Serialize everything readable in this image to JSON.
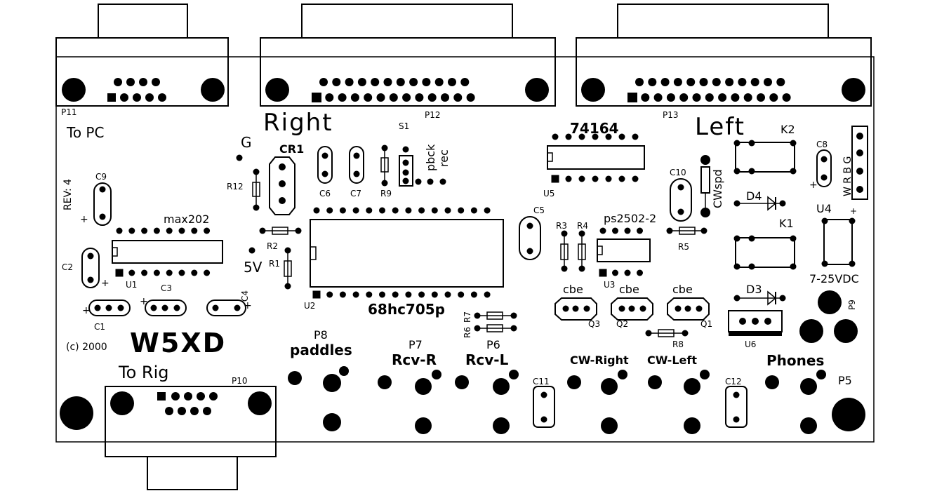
{
  "labels": {
    "p11": "P11",
    "to_pc": "To PC",
    "p12": "P12",
    "p13": "P13",
    "right": "Right",
    "left": "Left",
    "s1": "S1",
    "pbck": "pbck",
    "rec": "rec",
    "g": "G",
    "cr1": "CR1",
    "c6": "C6",
    "c7": "C7",
    "r9": "R9",
    "ic74164": "74164",
    "u5": "U5",
    "k2": "K2",
    "c8": "C8",
    "wrbg": "W R B G",
    "rev": "REV: 4",
    "c9": "C9",
    "r12": "R12",
    "max202": "max202",
    "c2": "C2",
    "u1": "U1",
    "c3": "C3",
    "c4": "C4",
    "c1": "C1",
    "r2": "R2",
    "fivev": "5V",
    "r1": "R1",
    "u2": "U2",
    "ic68hc705p": "68hc705p",
    "c5": "C5",
    "r3": "R3",
    "r4": "R4",
    "ps2502": "ps2502-2",
    "u3": "U3",
    "c10": "C10",
    "cwspd": "CWspd",
    "r5": "R5",
    "d4": "D4",
    "k1": "K1",
    "u4": "U4",
    "vdc": "7-25VDC",
    "d3": "D3",
    "p9": "P9",
    "cbe": "cbe",
    "q3": "Q3",
    "q2": "Q2",
    "q1": "Q1",
    "r8": "R8",
    "u6": "U6",
    "r7": "R7",
    "r6": "R6",
    "p6": "P6",
    "p7": "P7",
    "rcv_r": "Rcv-R",
    "rcv_l": "Rcv-L",
    "p8": "P8",
    "paddles": "paddles",
    "cw_right": "CW-Right",
    "cw_left": "CW-Left",
    "phones": "Phones",
    "p5": "P5",
    "c11": "C11",
    "c12": "C12",
    "copyright": "(c) 2000",
    "w5xd": "W5XD",
    "to_rig": "To Rig",
    "p10": "P10",
    "plus": "+"
  }
}
